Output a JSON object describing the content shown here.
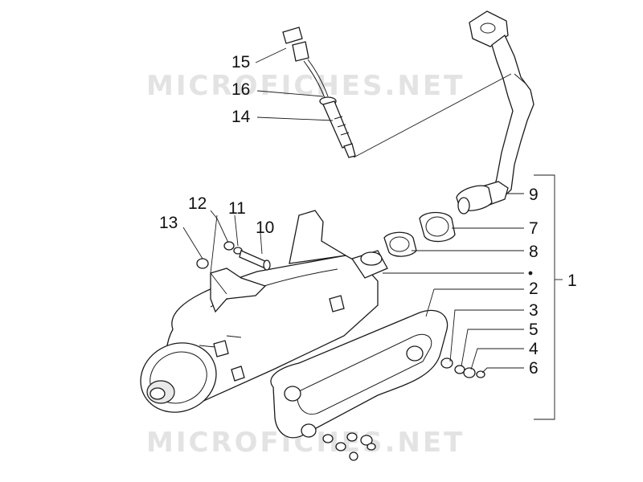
{
  "watermark": {
    "text": "MICROFICHES.NET"
  },
  "callouts": {
    "c1": "1",
    "c2": "2",
    "c3": "3",
    "c4": "4",
    "c5": "5",
    "c6": "6",
    "c7": "7",
    "c8": "8",
    "c9": "9",
    "c10": "10",
    "c11": "11",
    "c12": "12",
    "c13": "13",
    "c14": "14",
    "c15": "15",
    "c16": "16"
  },
  "colors": {
    "line": "#1a1a1a",
    "watermark": "#e3e3e3",
    "background": "#ffffff"
  }
}
